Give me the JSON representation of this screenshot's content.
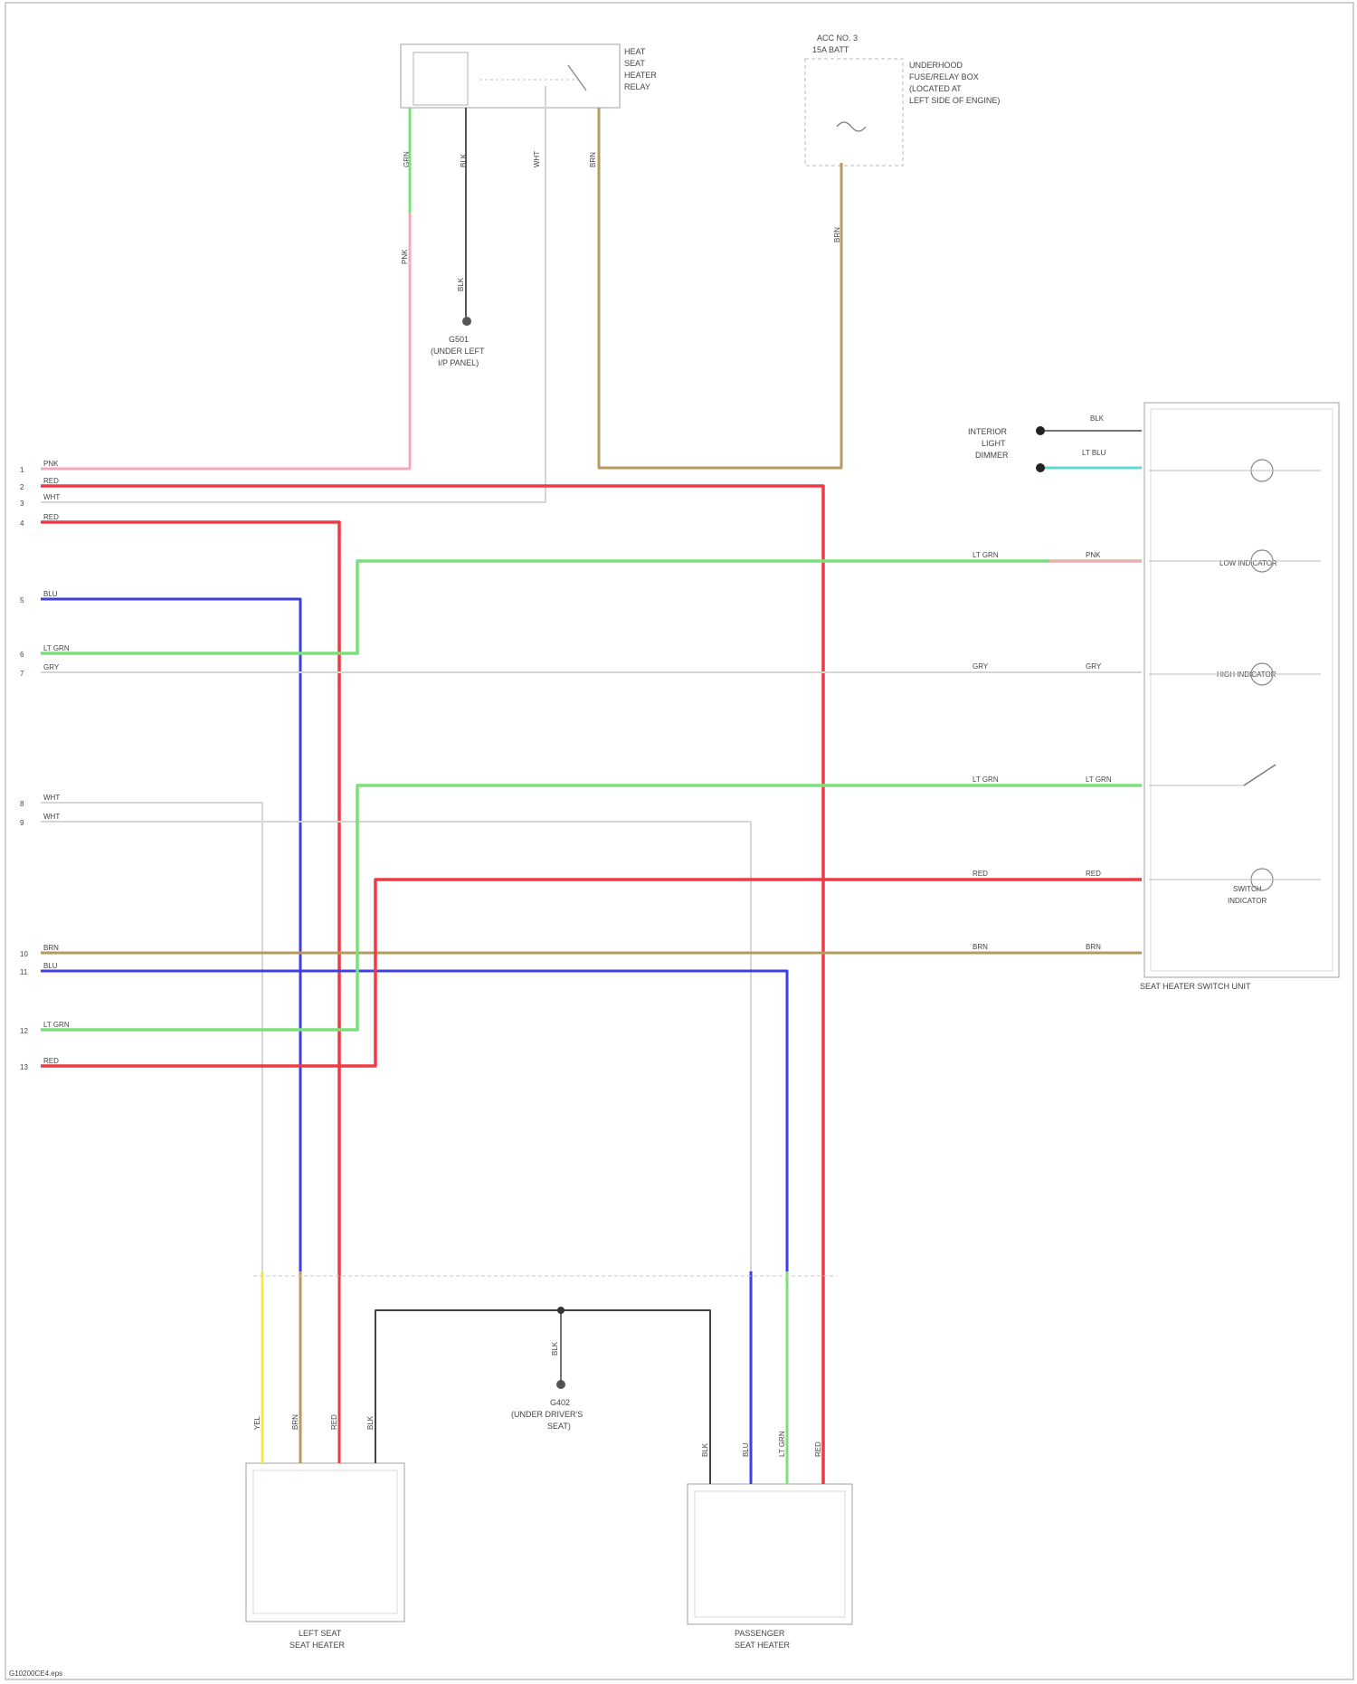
{
  "colors": {
    "pink": "#f7a8b8",
    "red": "#ee3a43",
    "green": "#7ae07a",
    "blue": "#3f3fe6",
    "white": "#d6d6d6",
    "tan": "#b89a5c",
    "gray": "#444444",
    "yellow": "#f2ea54",
    "cyan": "#5fd8d8",
    "box": "#b0b0b0"
  },
  "components": {
    "seat_heater_relay": [
      "HEAT",
      "SEAT",
      "HEATER",
      "RELAY"
    ],
    "fuse_box": {
      "fuse": [
        "ACC NO. 3",
        "15A BATT"
      ],
      "panel": [
        "UNDERHOOD",
        "FUSE/RELAY BOX",
        "(LOCATED AT",
        "LEFT SIDE OF ENGINE)"
      ]
    },
    "ground_upper": [
      "G501",
      "(UNDER LEFT",
      "I/P PANEL)"
    ],
    "ground_lower": [
      "G402",
      "(UNDER DRIVER'S",
      "SEAT)"
    ],
    "control_unit": "SEAT HEATER SWITCH UNIT",
    "indicators": [
      "LOW INDICATOR",
      "HIGH INDICATOR",
      "SWITCH INDICATOR"
    ],
    "dimmer_label": [
      "INTERIOR",
      "LIGHT",
      "DIMMER"
    ],
    "left_heater": [
      "LEFT SEAT",
      "SEAT HEATER"
    ],
    "right_heater": [
      "PASSENGER",
      "SEAT HEATER"
    ],
    "footer": "G10200CE4.eps"
  },
  "wires": {
    "relay_wires": [
      "GRN",
      "BLK",
      "WHT",
      "BRN",
      "PNK",
      "BLK"
    ],
    "dimmer_wires": [
      "BLK",
      "LT BLU"
    ],
    "left_rows": [
      {
        "pin": "1",
        "code": "PNK"
      },
      {
        "pin": "2",
        "code": "RED"
      },
      {
        "pin": "3",
        "code": "WHT"
      },
      {
        "pin": "4",
        "code": "RED"
      },
      {
        "pin": "5",
        "code": "BLU"
      },
      {
        "pin": "6",
        "code": "LT GRN"
      },
      {
        "pin": "7",
        "code": "GRY"
      },
      {
        "pin": "8",
        "code": "WHT"
      },
      {
        "pin": "9",
        "code": "WHT"
      },
      {
        "pin": "10",
        "code": "BRN"
      },
      {
        "pin": "11",
        "code": "BLU"
      },
      {
        "pin": "12",
        "code": "LT GRN"
      },
      {
        "pin": "13",
        "code": "RED"
      }
    ],
    "right_rows": [
      {
        "left": "LT GRN",
        "right": "PNK"
      },
      {
        "left": "GRY",
        "right": "GRY"
      },
      {
        "left": "LT GRN",
        "right": "LT GRN"
      },
      {
        "left": "RED",
        "right": "RED"
      },
      {
        "left": "BRN",
        "right": "BRN"
      }
    ],
    "left_heater_codes": [
      "YEL",
      "BRN",
      "RED",
      "BLK"
    ],
    "right_heater_codes": [
      "BLK",
      "BLU",
      "LT GRN",
      "RED"
    ],
    "bottom_ground": "BLK"
  }
}
